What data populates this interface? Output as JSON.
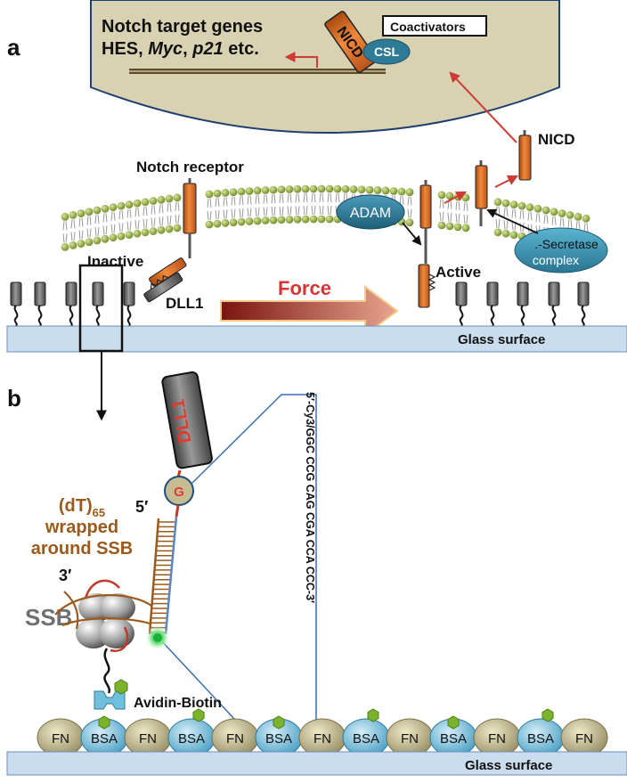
{
  "panels": {
    "a": {
      "letter": "a",
      "nucleus_title": "Notch target genes",
      "genes_prefix": "HES, ",
      "gene_myc": "Myc",
      "gene_sep": ", ",
      "gene_p21": "p21",
      "genes_suffix": " etc.",
      "nicd_bound": "NICD",
      "coactivators": "Coactivators",
      "csl": "CSL",
      "nicd": "NICD",
      "notch_receptor": "Notch receptor",
      "adam": "ADAM",
      "secretase_line1": ".-Secretase",
      "secretase_line2": "complex",
      "inactive": "Inactive",
      "active": "Active",
      "dll1": "DLL1",
      "force": "Force",
      "glass": "Glass surface"
    },
    "b": {
      "letter": "b",
      "dll1": "DLL1",
      "g": "G",
      "five_prime": "5′",
      "three_prime": "3′",
      "dt_base": "(dT)",
      "dt_sub": "65",
      "wrapped": "wrapped",
      "around": "around SSB",
      "ssb": "SSB",
      "sequence": "5′-Cy3/GGC CCG CAG CGA CCA CCC-3′",
      "avidin": "Avidin-Biotin",
      "glass": "Glass surface",
      "substrate": [
        "FN",
        "BSA",
        "FN",
        "BSA",
        "FN",
        "BSA",
        "FN",
        "BSA",
        "FN",
        "BSA",
        "FN",
        "BSA",
        "FN"
      ]
    }
  },
  "colors": {
    "nucleus": "#d9d2b2",
    "lipid_head": "#8fa63a",
    "notch": "#d9661c",
    "red_arrow": "#cc3b34",
    "glass": "#c9ddef",
    "fn": "#bdb389",
    "bsa": "#7fc2dc",
    "adam": "#2f7a97",
    "dna_brown": "#9a5a1c",
    "dna_blue": "#5b86c4",
    "biotin": "#7bb42c"
  }
}
